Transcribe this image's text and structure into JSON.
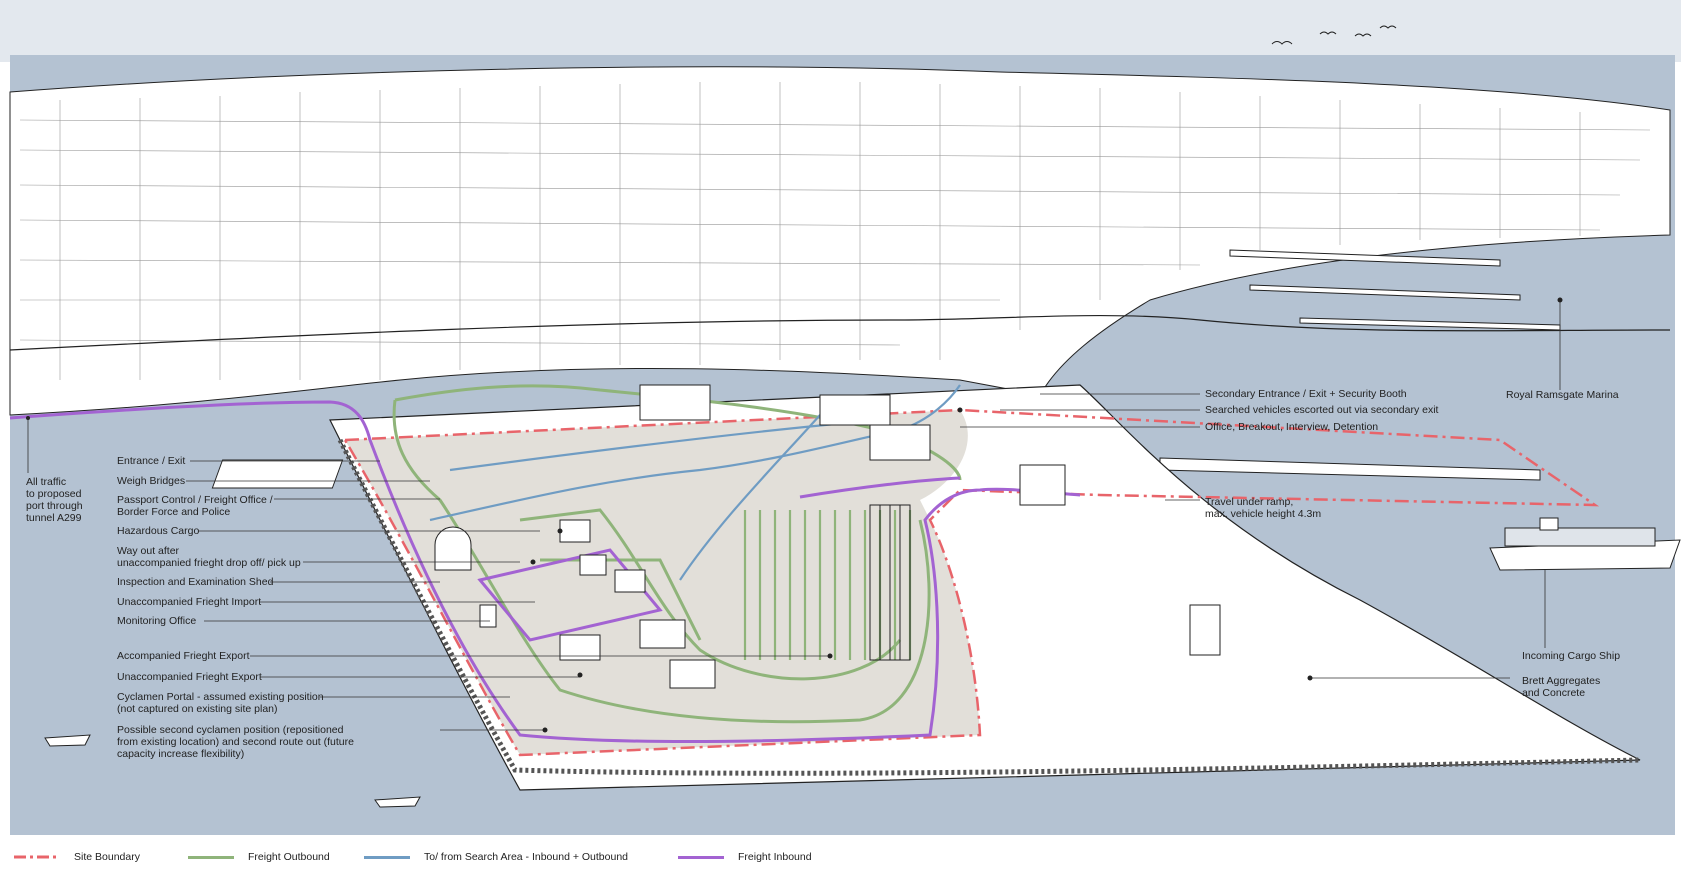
{
  "colors": {
    "sky": "#e3e8ee",
    "sea": "#b4c2d2",
    "site_fill": "#e2dfd9",
    "site_boundary": "#e8646a",
    "freight_outbound": "#8fb47a",
    "search_area": "#6f9cc3",
    "freight_inbound": "#a363d2",
    "ink": "#222222"
  },
  "icons": {
    "ship": "container-ship-icon",
    "boat": "boat-icon",
    "birds": "birds-icon"
  },
  "labels": {
    "all_traffic": "All traffic\nto proposed\nport through\ntunnel A299",
    "entrance_exit": "Entrance / Exit",
    "weigh_bridges": "Weigh Bridges",
    "passport_control": "Passport Control / Freight Office /\nBorder Force and Police",
    "hazardous_cargo": "Hazardous Cargo",
    "way_out": "Way out after\nunaccompanied frieght drop off/ pick up",
    "inspection_shed": "Inspection and Examination Shed",
    "unaccompanied_import": "Unaccompanied Frieght Import",
    "monitoring_office": "Monitoring Office",
    "accompanied_export": "Accompanied Frieght Export",
    "unaccompanied_export": "Unaccompanied Frieght Export",
    "cyclamen_portal": "Cyclamen Portal - assumed existing position\n(not captured on existing site plan)",
    "second_cyclamen": "Possible second cyclamen position (repositioned\nfrom existing location) and second route out (future\ncapacity increase flexibility)",
    "secondary_entrance": "Secondary Entrance / Exit + Security Booth",
    "searched_vehicles": "Searched vehicles escorted out via secondary exit",
    "office_breakout": "Office, Breakout, Interview, Detention",
    "travel_under_ramp": "Travel under ramp,\nmax. vehicle height 4.3m",
    "royal_marina": "Royal Ramsgate Marina",
    "incoming_ship": "Incoming Cargo Ship",
    "brett_aggregates": "Brett Aggregates\nand Concrete"
  },
  "legend": [
    {
      "key": "site_boundary",
      "label": "Site Boundary",
      "style": "dashdot"
    },
    {
      "key": "freight_outbound",
      "label": "Freight Outbound",
      "style": "solid"
    },
    {
      "key": "search_area",
      "label": "To/ from Search Area - Inbound + Outbound",
      "style": "solid"
    },
    {
      "key": "freight_inbound",
      "label": "Freight Inbound",
      "style": "solid"
    }
  ]
}
